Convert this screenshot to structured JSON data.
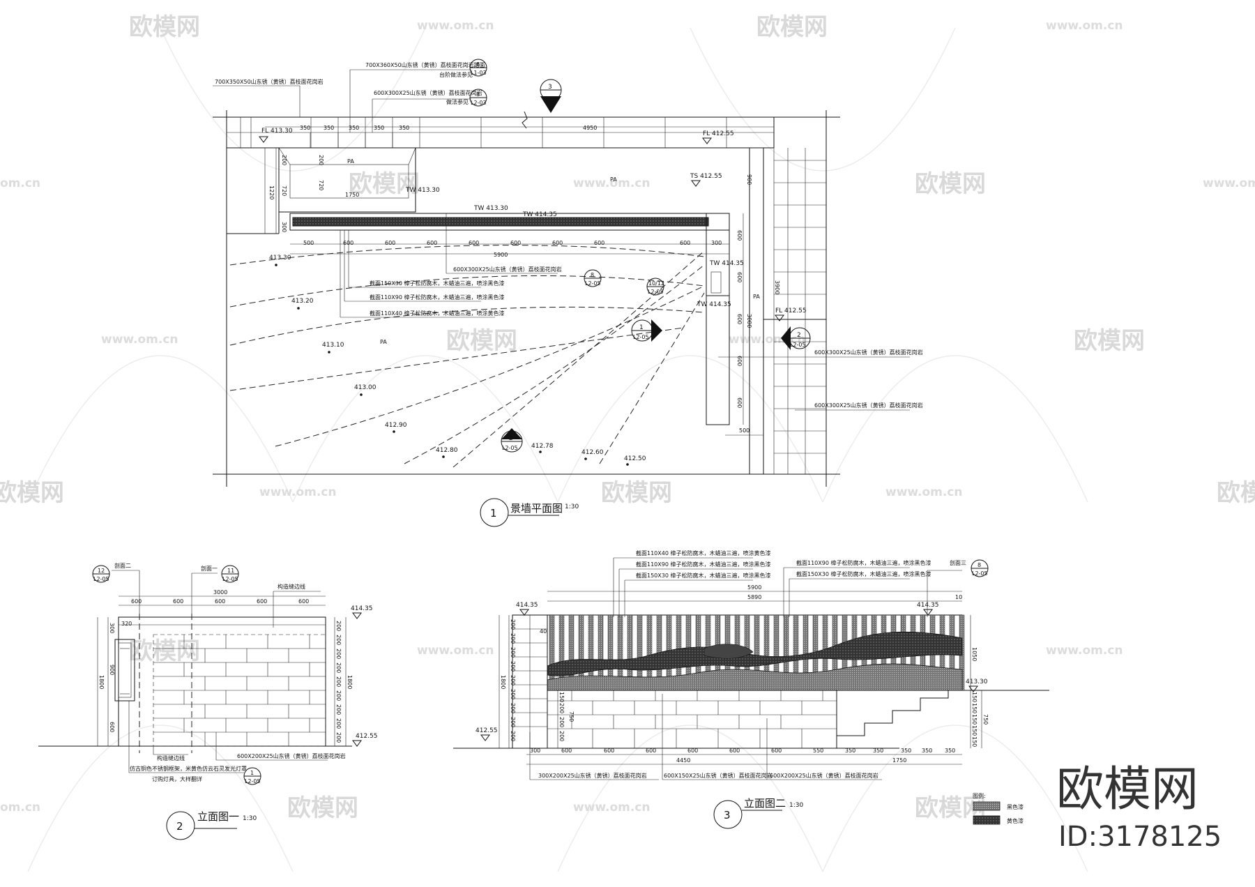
{
  "watermark": {
    "brand": "欧模网",
    "url": "www.om.cn",
    "url_short": "om.cn"
  },
  "brand_block": {
    "name": "欧模网",
    "id": "ID:3178125"
  },
  "plan": {
    "title": "景墙平面图",
    "scale": "1:30",
    "number": "1",
    "callouts": [
      "700X350X50山东锈（黄锈）荔枝面花岗岩",
      "700X360X50山东锈（黄锈）荔枝面花岗岩踏面",
      "台阶做法参见",
      "600X300X25山东锈（黄锈）荔枝面花岗岩",
      "做法参见",
      "600X300X25山东锈（黄锈）荔枝面花岗岩",
      "截面150X30 樟子松防腐木，木蜡油三遍，喷涂黑色漆",
      "截面110X90 樟子松防腐木，木蜡油三遍，喷涂黑色漆",
      "截面110X40 樟子松防腐木，木蜡油三遍，喷涂黄色漆",
      "600X300X25山东锈（黄锈）荔枝面花岗岩",
      "600X300X25山东锈（黄锈）荔枝面花岗岩"
    ],
    "levels": [
      "FL 413.30",
      "FL 412.55",
      "TS 412.55",
      "TW 413.30",
      "TW 413.30",
      "TW 414.35",
      "TW 414.35",
      "TW 414.35",
      "FL 412.55"
    ],
    "contours": [
      "413.30",
      "413.20",
      "413.10",
      "413.00",
      "412.90",
      "412.80",
      "412.78",
      "412.60",
      "412.50"
    ],
    "dims_top": [
      "350",
      "350",
      "350",
      "350",
      "350",
      "4950"
    ],
    "dims_bottom": [
      "500",
      "600",
      "600",
      "600",
      "600",
      "600",
      "600",
      "600",
      "600",
      "300",
      "5900"
    ],
    "dims_left": [
      "200",
      "720",
      "1220",
      "300"
    ],
    "dims_inner": [
      "720",
      "1750",
      "200"
    ],
    "dims_right": [
      "900",
      "600",
      "600",
      "600",
      "600",
      "600",
      "3900",
      "3000",
      "500"
    ],
    "pa": [
      "PA",
      "PA",
      "PA",
      "PA"
    ],
    "section_refs": [
      {
        "top": "3",
        "bottom": ""
      },
      {
        "top": "1",
        "bottom": "L2-05"
      },
      {
        "top": "2",
        "bottom": "L2-05"
      },
      {
        "top": "2",
        "bottom": "L2-05"
      },
      {
        "top": "8",
        "bottom": "L1-03"
      },
      {
        "top": "8",
        "bottom": "L2-03"
      },
      {
        "top": "8",
        "bottom": "L2-05"
      },
      {
        "top": "10/12",
        "bottom": "L2-05"
      }
    ]
  },
  "elev1": {
    "title": "立面图一",
    "scale": "1:30",
    "number": "2",
    "labels": [
      "剖面二",
      "剖面一",
      "构造缝边线",
      "构造缝边线"
    ],
    "refs": [
      {
        "top": "12",
        "bottom": "L2-05"
      },
      {
        "top": "11",
        "bottom": "L2-05"
      },
      {
        "top": "1",
        "bottom": "L2-05"
      }
    ],
    "dims_top": [
      "600",
      "600",
      "600",
      "600",
      "600",
      "3000"
    ],
    "dims_left": [
      "300",
      "900",
      "600",
      "1800"
    ],
    "dims_right": [
      "200",
      "200",
      "200",
      "200",
      "200",
      "200",
      "200",
      "200",
      "200",
      "1800"
    ],
    "levels": [
      "414.35",
      "412.55"
    ],
    "notes": [
      "仿古铜色不锈钢框架，米黄色仿云石灵发光灯罩",
      "订购灯具，大样翻详",
      "600X200X25山东锈（黄锈）荔枝面花岗岩"
    ],
    "small_dim": "320"
  },
  "elev2": {
    "title": "立面图二",
    "scale": "1:30",
    "number": "3",
    "callouts": [
      "截面110X40 樟子松防腐木，木蜡油三遍，喷涂黄色漆",
      "截面110X90 樟子松防腐木，木蜡油三遍，喷涂黑色漆",
      "截面150X30 樟子松防腐木，木蜡油三遍，喷涂黑色漆",
      "截面110X90 樟子松防腐木，木蜡油三遍，喷涂黑色漆",
      "截面150X30 樟子松防腐木，木蜡油三遍，喷涂黑色漆",
      "剖面三"
    ],
    "ref": {
      "top": "8",
      "bottom": "L2-05"
    },
    "dims_top": [
      "5900",
      "5890",
      "10"
    ],
    "levels": [
      "414.35",
      "414.35",
      "413.30",
      "412.55"
    ],
    "dims_left": [
      "200",
      "200",
      "200",
      "200",
      "200",
      "200",
      "200",
      "200",
      "200",
      "1800"
    ],
    "dims_left2": [
      "150",
      "200",
      "200",
      "200",
      "750"
    ],
    "dims_right": [
      "1050",
      "150",
      "150",
      "150",
      "150",
      "150",
      "750"
    ],
    "dims_bottom": [
      "300",
      "600",
      "600",
      "600",
      "600",
      "600",
      "600",
      "550",
      "350",
      "350",
      "350",
      "350",
      "350"
    ],
    "dims_bottom_totals": [
      "4450",
      "1750"
    ],
    "small_dim": "40",
    "materials": [
      "300X200X25山东锈（黄锈）荔枝面花岗岩",
      "600X150X25山东锈（黄锈）荔枝面花岗岩",
      "600X200X25山东锈（黄锈）荔枝面花岗岩"
    ]
  },
  "legend": {
    "title": "图例:",
    "items": [
      "黑色漆",
      "黄色漆"
    ]
  }
}
